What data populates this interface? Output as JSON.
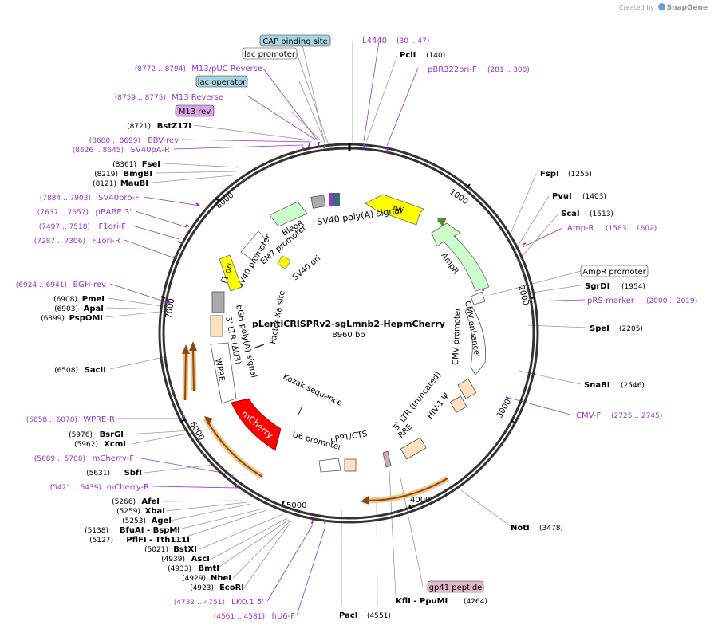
{
  "brand": {
    "created_by": "Created by",
    "name": "SnapGene"
  },
  "plasmid": {
    "name": "pLentiCRISPRv2-sgLmnb2-HepmCherry",
    "size": "8960 bp"
  },
  "colors": {
    "enzyme": "#000000",
    "primer": "#9933cc",
    "feature_label": "#000000",
    "cap_box": "#a8d5e2",
    "lacop_box": "#a8d5e2",
    "m13rev_box": "#d8a6e6",
    "gp41_box": "#e2b9c9",
    "ori": "#ffff00",
    "ampr": "#ccffcc",
    "mcherry": "#ff0000"
  },
  "tick_labels": [
    "1000",
    "2000",
    "3000",
    "4000",
    "5000",
    "6000",
    "7000",
    "8000"
  ],
  "enzymes_right": [
    {
      "name": "PciI",
      "pos": "(140)"
    },
    {
      "name": "FspI",
      "pos": "(1255)"
    },
    {
      "name": "PvuI",
      "pos": "(1403)"
    },
    {
      "name": "ScaI",
      "pos": "(1513)"
    },
    {
      "name": "SgrDI",
      "pos": "(1954)"
    },
    {
      "name": "SpeI",
      "pos": "(2205)"
    },
    {
      "name": "SnaBI",
      "pos": "(2546)"
    },
    {
      "name": "NotI",
      "pos": "(3478)"
    },
    {
      "name": "KflI  - PpuMI",
      "pos": "(4264)"
    },
    {
      "name": "PacI",
      "pos": "(4551)"
    }
  ],
  "primers_right": [
    {
      "name": "L4440",
      "pos": "(30 .. 47)"
    },
    {
      "name": "pBR322ori-F",
      "pos": "(281 .. 300)"
    },
    {
      "name": "Amp-R",
      "pos": "(1583 .. 1602)"
    },
    {
      "name": "pRS-marker",
      "pos": "(2000 .. 2019)"
    },
    {
      "name": "CMV-F",
      "pos": "(2725 .. 2745)"
    }
  ],
  "boxed_right": [
    {
      "name": "CAP binding site"
    },
    {
      "name": "lac promoter"
    },
    {
      "name": "lac operator"
    },
    {
      "name": "M13 rev"
    },
    {
      "name": "AmpR promoter"
    },
    {
      "name": "gp41 peptide"
    }
  ],
  "primers_left": [
    {
      "pos": "(8772 .. 8794)",
      "name": "M13/pUC Reverse"
    },
    {
      "pos": "(8759 .. 8775)",
      "name": "M13 Reverse"
    },
    {
      "pos": "(8680 .. 8699)",
      "name": "EBV-rev"
    },
    {
      "pos": "(8626 .. 8645)",
      "name": "SV40pA-R"
    },
    {
      "pos": "(7884 .. 7903)",
      "name": "SV40pro-F"
    },
    {
      "pos": "(7637 .. 7657)",
      "name": "pBABE 3'"
    },
    {
      "pos": "(7497 .. 7518)",
      "name": "F1ori-F"
    },
    {
      "pos": "(7287 .. 7306)",
      "name": "F1ori-R"
    },
    {
      "pos": "(6924 .. 6941)",
      "name": "BGH-rev"
    },
    {
      "pos": "(6058 .. 6078)",
      "name": "WPRE-R"
    },
    {
      "pos": "(5689 .. 5708)",
      "name": "mCherry-F"
    },
    {
      "pos": "(5421 .. 5439)",
      "name": "mCherry-R"
    },
    {
      "pos": "(4732 .. 4751)",
      "name": "LKO.1 5'"
    },
    {
      "pos": "(4561 .. 4581)",
      "name": "hU6-F"
    }
  ],
  "enzymes_left": [
    {
      "pos": "(8721)",
      "name": "BstZ17I"
    },
    {
      "pos": "(8361)",
      "name": "FseI"
    },
    {
      "pos": "(8219)",
      "name": "BmgBI"
    },
    {
      "pos": "(8121)",
      "name": "MauBI"
    },
    {
      "pos": "(6908)",
      "name": "PmeI"
    },
    {
      "pos": "(6903)",
      "name": "ApaI"
    },
    {
      "pos": "(6899)",
      "name": "PspOMI"
    },
    {
      "pos": "(6508)",
      "name": "SacII"
    },
    {
      "pos": "(5976)",
      "name": "BsrGI"
    },
    {
      "pos": "(5962)",
      "name": "XcmI"
    },
    {
      "pos": "(5631)",
      "name": "SbfI"
    },
    {
      "pos": "(5266)",
      "name": "AfeI"
    },
    {
      "pos": "(5259)",
      "name": "XbaI"
    },
    {
      "pos": "(5253)",
      "name": "AgeI"
    },
    {
      "pos": "(5138)",
      "name": "BfuAI   - BspMI"
    },
    {
      "pos": "(5127)",
      "name": "PflFI   - Tth111I"
    },
    {
      "pos": "(5021)",
      "name": "BstXI"
    },
    {
      "pos": "(4939)",
      "name": "AscI"
    },
    {
      "pos": "(4933)",
      "name": "BmtI"
    },
    {
      "pos": "(4929)",
      "name": "NheI"
    },
    {
      "pos": "(4923)",
      "name": "EcoRI"
    }
  ],
  "features": {
    "sv40_polya": "SV40 poly(A) signal",
    "ori": "ori",
    "bleor": "BleoR",
    "em7": "EM7 promoter",
    "sv40_promoter": "SV40 promoter",
    "sv40_ori": "SV40 ori",
    "f1_ori": "f1 ori",
    "ampr": "AmpR",
    "cmv_enhancer": "CMV enhancer",
    "cmv_promoter": "CMV promoter",
    "bgh": "bGH poly(A) signal",
    "ltr3": "3' LTR (ΔU3)",
    "factor_xa": "Factor Xa site",
    "wpre": "WPRE",
    "kozak": "Kozak sequence",
    "hiv": "HIV-1 Ψ",
    "ltr5": "5' LTR (truncated)",
    "rre": "RRE",
    "mcherry": "mCherry",
    "u6": "U6 promoter",
    "cppt": "cPPT/CTS"
  }
}
